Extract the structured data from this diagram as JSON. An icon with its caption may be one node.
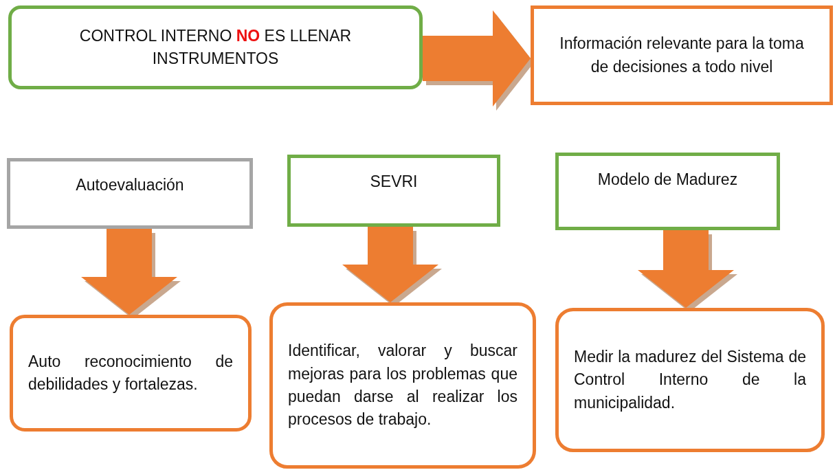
{
  "diagram": {
    "nodes": [
      {
        "text": [
          "CONTROL INTERNO **NO** ES LLENAR INSTRUMENTOS"
        ]
      },
      {
        "text": [
          "Información relevante para la toma de decisiones a todo nivel"
        ]
      },
      {
        "text": [
          "Autoevaluación"
        ]
      },
      {
        "text": [
          "SEVRI"
        ]
      },
      {
        "text": [
          "Modelo de Madurez"
        ]
      },
      {
        "text": [
          "Auto reconocimiento de debilidades y fortalezas."
        ]
      },
      {
        "text": [
          "Identificar, valorar y buscar mejoras para los problemas que puedan darse al realizar los procesos de trabajo."
        ]
      },
      {
        "text": [
          "Medir la madurez del Sistema de Control Interno de la municipalidad."
        ]
      }
    ],
    "edges": [
      {
        "from": 0,
        "to": 1,
        "arrow": "to"
      },
      {
        "from": 2,
        "to": 5,
        "arrow": "to"
      },
      {
        "from": 3,
        "to": 6,
        "arrow": "to"
      },
      {
        "from": 4,
        "to": 7,
        "arrow": "to"
      }
    ]
  }
}
